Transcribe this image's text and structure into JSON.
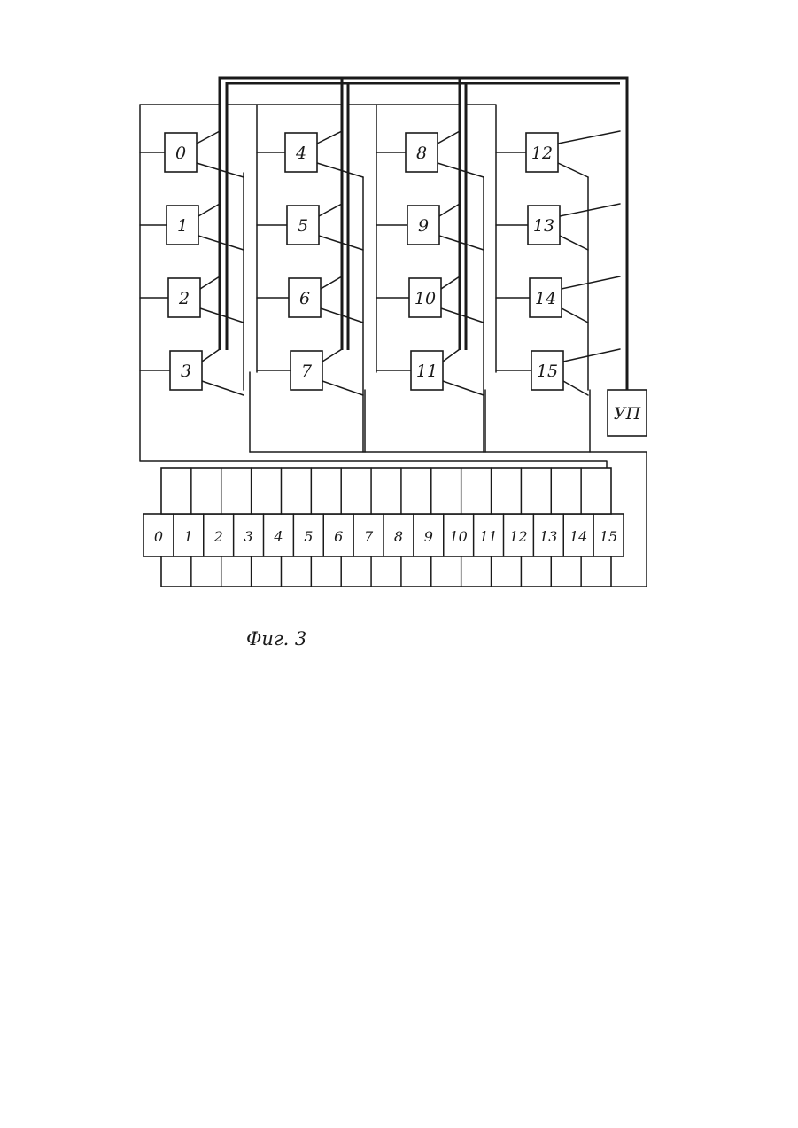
{
  "blocks": [
    {
      "label": "0"
    },
    {
      "label": "1"
    },
    {
      "label": "2"
    },
    {
      "label": "3"
    },
    {
      "label": "4"
    },
    {
      "label": "5"
    },
    {
      "label": "6"
    },
    {
      "label": "7"
    },
    {
      "label": "8"
    },
    {
      "label": "9"
    },
    {
      "label": "10"
    },
    {
      "label": "11"
    },
    {
      "label": "12"
    },
    {
      "label": "13"
    },
    {
      "label": "14"
    },
    {
      "label": "15"
    }
  ],
  "control_unit": {
    "label": "УП"
  },
  "register_cells": [
    "0",
    "1",
    "2",
    "3",
    "4",
    "5",
    "6",
    "7",
    "8",
    "9",
    "10",
    "11",
    "12",
    "13",
    "14",
    "15"
  ],
  "caption": "Фиг. 3"
}
